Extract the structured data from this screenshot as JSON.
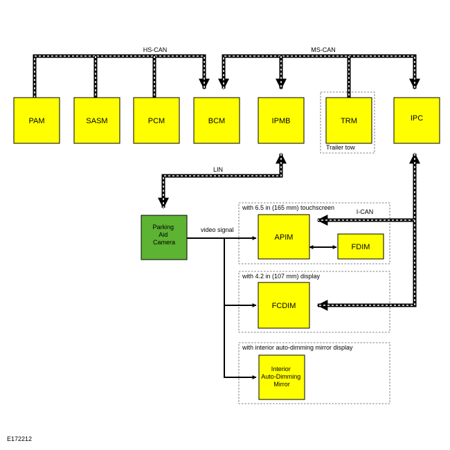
{
  "colors": {
    "module_fill": "#ffff00",
    "camera_fill": "#5db332",
    "line": "#000000",
    "group_border": "#555555"
  },
  "buses": {
    "hs_can": "HS-CAN",
    "ms_can": "MS-CAN",
    "lin": "LIN",
    "i_can": "I-CAN",
    "video": "video signal"
  },
  "modules": {
    "pam": "PAM",
    "sasm": "SASM",
    "pcm": "PCM",
    "bcm": "BCM",
    "ipmb": "IPMB",
    "trm": "TRM",
    "ipc": "IPC",
    "apim": "APIM",
    "fdim": "FDIM",
    "fcdim": "FCDIM",
    "camera": [
      "Parking",
      "Aid",
      "Camera"
    ],
    "mirror": [
      "Interior",
      "Auto-Dimming",
      "Mirror"
    ]
  },
  "groups": {
    "trailer": "Trailer tow",
    "touchscreen": "with 6.5 in (165 mm) touchscreen",
    "display": "with 4.2 in (107 mm) display",
    "mirror": "with interior auto-dimming mirror display"
  },
  "figure_id": "E172212"
}
